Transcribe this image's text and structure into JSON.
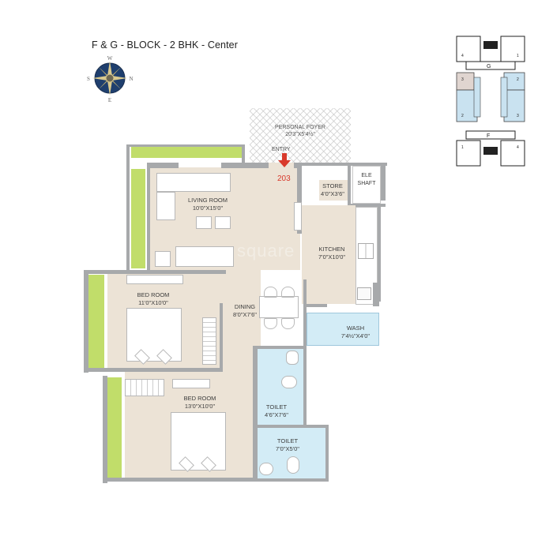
{
  "header": {
    "title": "F & G - BLOCK - 2 BHK - Center"
  },
  "compass": {
    "icon": "compass-rose-icon",
    "directions": {
      "top": "W",
      "left": "S",
      "right": "N",
      "bottom": "E"
    }
  },
  "entry": {
    "personal_foyer_label": "PERSONAL FOYER",
    "personal_foyer_dim": "20'3\"X5'4½\"",
    "entry_label": "ENTRY",
    "unit_number": "203",
    "arrow_color": "#d8392b"
  },
  "rooms": [
    {
      "id": "living-room",
      "name": "LIVING ROOM",
      "dim": "10'0\"X15'0\""
    },
    {
      "id": "store",
      "name": "STORE",
      "dim": "4'0\"X3'6\""
    },
    {
      "id": "ele-shaft",
      "name": "ELE",
      "dim": "SHAFT"
    },
    {
      "id": "kitchen",
      "name": "KITCHEN",
      "dim": "7'0\"X10'0\""
    },
    {
      "id": "bed-room-1",
      "name": "BED ROOM",
      "dim": "11'0\"X10'0\""
    },
    {
      "id": "dining",
      "name": "DINING",
      "dim": "8'0\"X7'6\""
    },
    {
      "id": "wash",
      "name": "WASH",
      "dim": "7'4½\"X4'0\""
    },
    {
      "id": "bed-room-2",
      "name": "BED ROOM",
      "dim": "13'0\"X10'0\""
    },
    {
      "id": "toilet-1",
      "name": "TOILET",
      "dim": "4'6\"X7'6\""
    },
    {
      "id": "toilet-2",
      "name": "TOILET",
      "dim": "7'0\"X5'0\""
    }
  ],
  "key_plan": {
    "block_labels": [
      "G",
      "F"
    ],
    "unit_numbers": [
      "4",
      "1",
      "3",
      "2",
      "2",
      "3",
      "1",
      "4"
    ],
    "highlight_color": "#c9e2f0",
    "selected_color": "#e0d5d0"
  },
  "colors": {
    "wall": "#a7a9ab",
    "floor": "#ece3d6",
    "wet_area": "#d3ecf6",
    "balcony": "#c1dd6a"
  }
}
